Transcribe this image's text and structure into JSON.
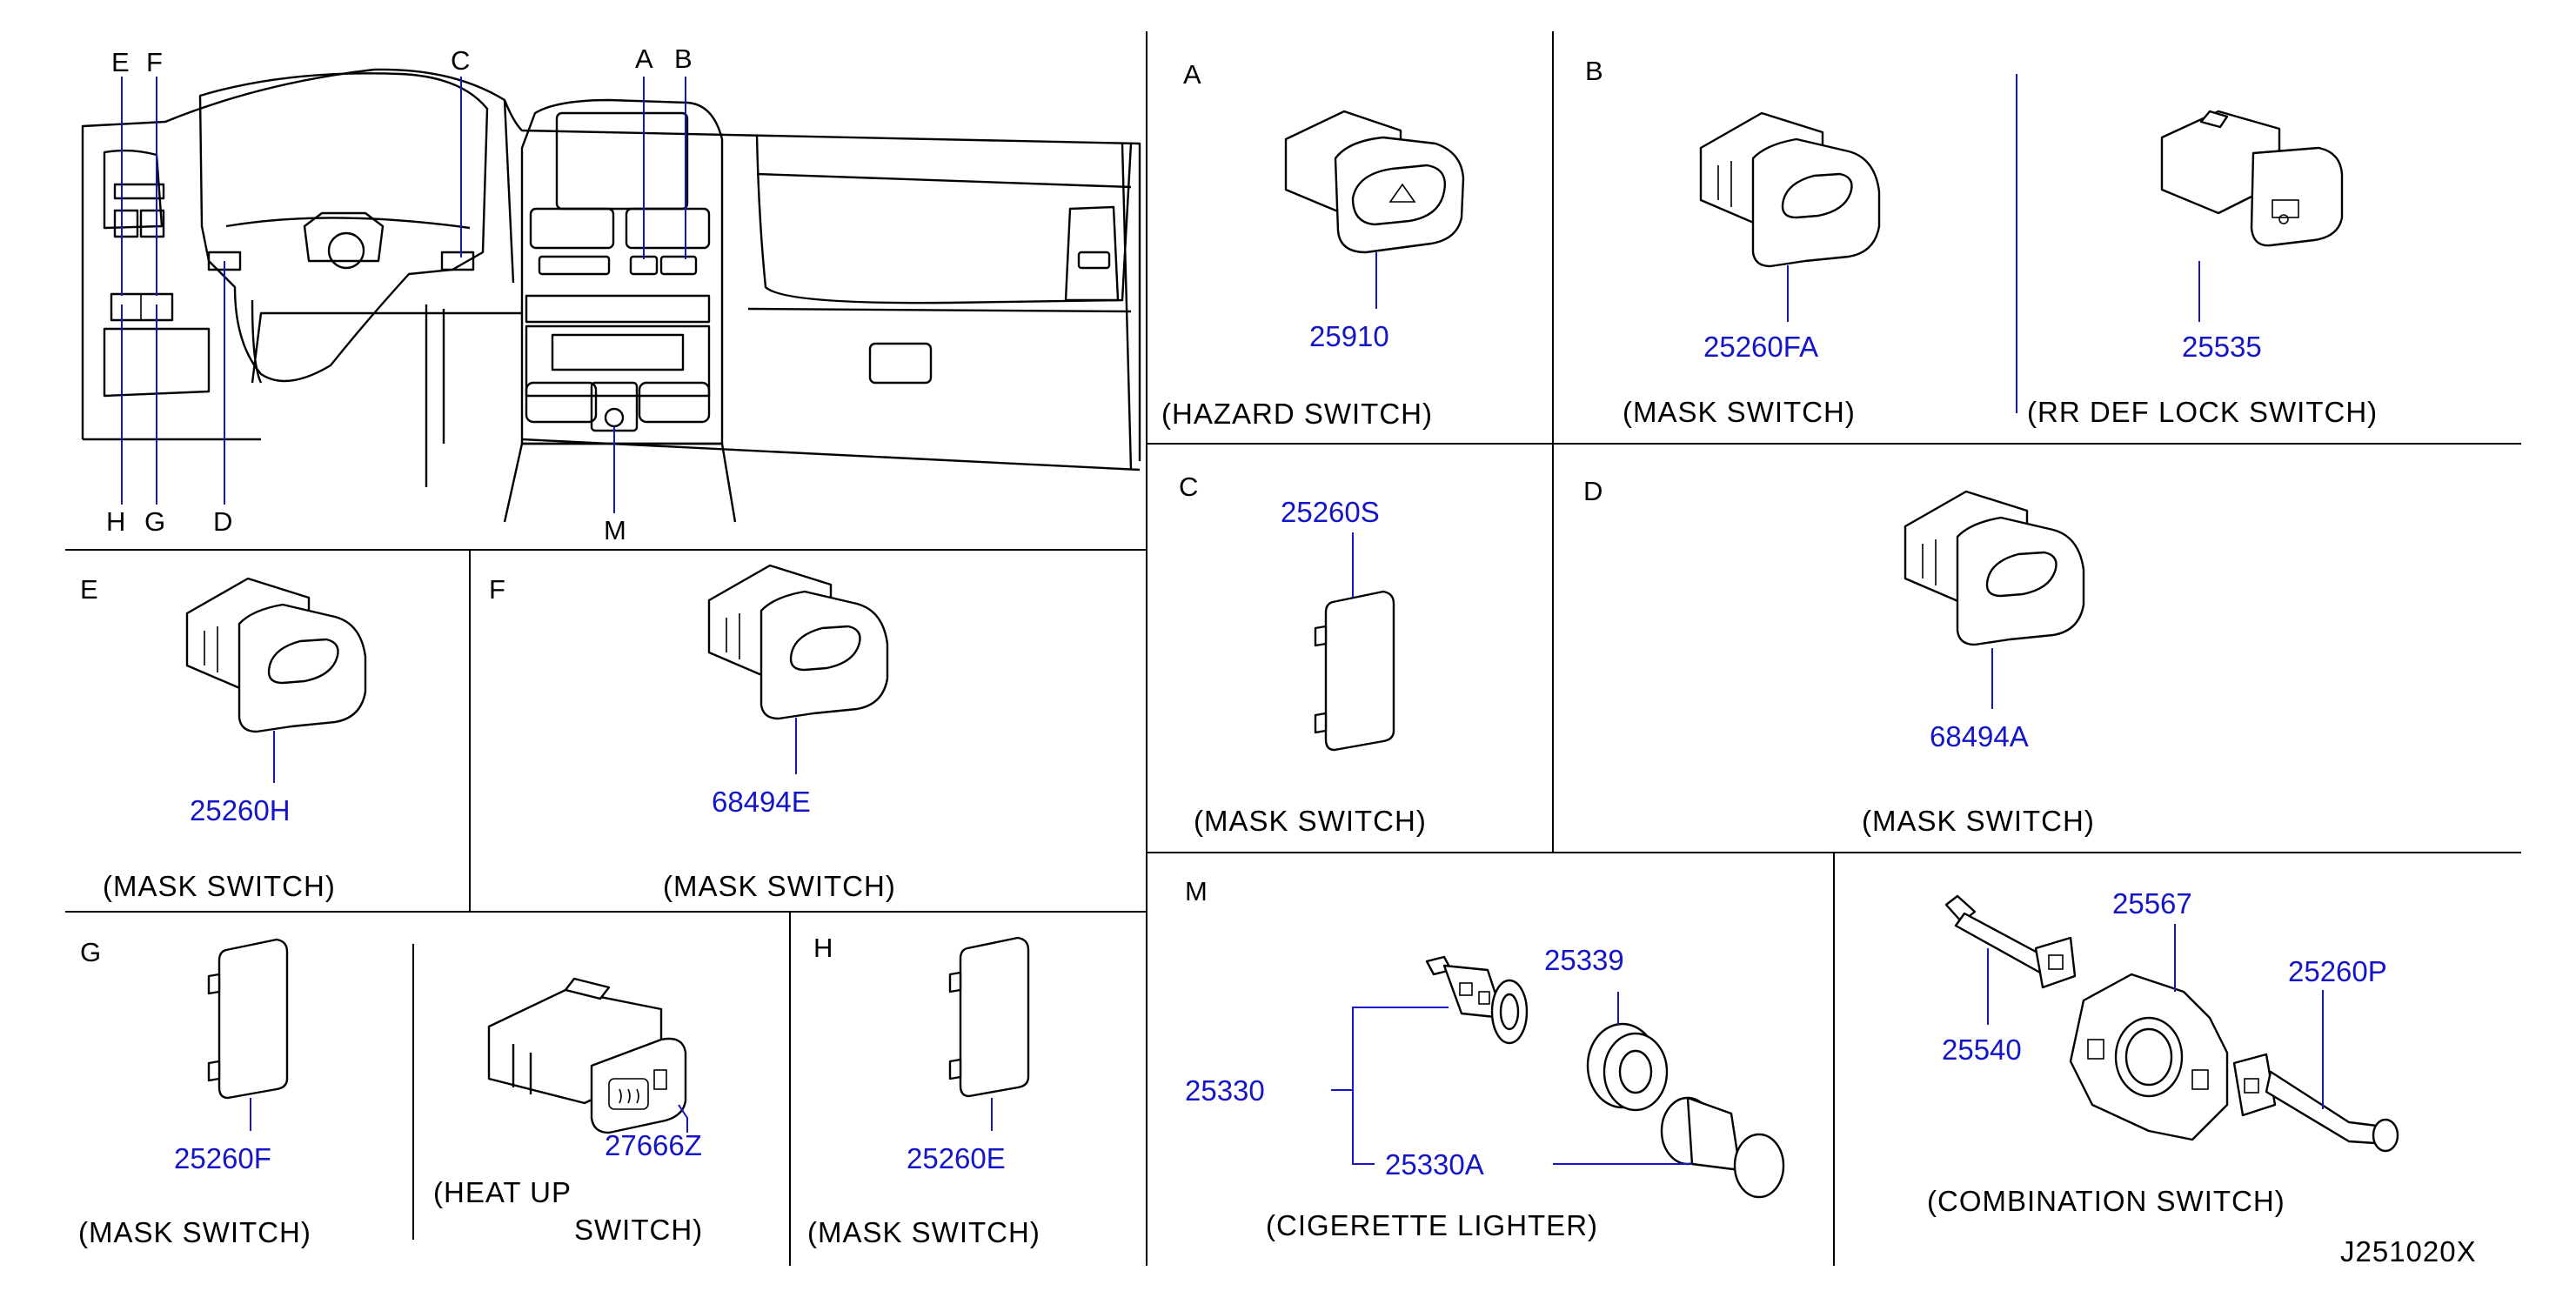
{
  "diagram_id": "J251020X",
  "overview": {
    "letters": {
      "e": "E",
      "f": "F",
      "c": "C",
      "a": "A",
      "b": "B",
      "h": "H",
      "g": "G",
      "d": "D",
      "m": "M"
    }
  },
  "panels": {
    "a": {
      "letter": "A",
      "part": "25910",
      "caption": "(HAZARD  SWITCH)"
    },
    "b": {
      "letter": "B",
      "part1": "25260FA",
      "caption1": "(MASK  SWITCH)",
      "part2": "25535",
      "caption2": "(RR  DEF  LOCK  SWITCH)"
    },
    "c": {
      "letter": "C",
      "part": "25260S",
      "caption": "(MASK  SWITCH)"
    },
    "d": {
      "letter": "D",
      "part": "68494A",
      "caption": "(MASK  SWITCH)"
    },
    "e": {
      "letter": "E",
      "part": "25260H",
      "caption": "(MASK  SWITCH)"
    },
    "f": {
      "letter": "F",
      "part": "68494E",
      "caption": "(MASK  SWITCH)"
    },
    "g": {
      "letter": "G",
      "part1": "25260F",
      "caption1": "(MASK  SWITCH)",
      "part2": "27666Z",
      "caption2_line1": "(HEAT  UP",
      "caption2_line2": "SWITCH)"
    },
    "h": {
      "letter": "H",
      "part": "25260E",
      "caption": "(MASK  SWITCH)"
    },
    "m": {
      "letter": "M",
      "part_main": "25330",
      "part_a": "25330A",
      "part_b": "25339",
      "caption": "(CIGERETTE  LIGHTER)"
    },
    "combo": {
      "part1": "25567",
      "part2": "25540",
      "part3": "25260P",
      "caption": "(COMBINATION  SWITCH)"
    }
  }
}
